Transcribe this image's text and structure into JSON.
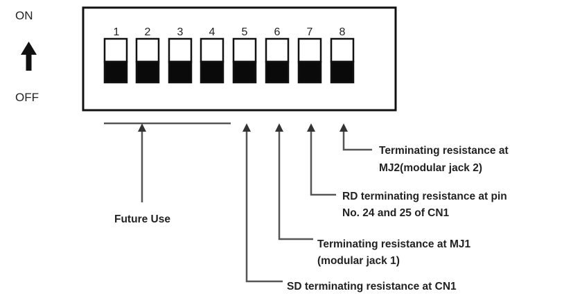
{
  "state_labels": {
    "on": "ON",
    "off": "OFF"
  },
  "switches": [
    {
      "number": "1",
      "state": "off"
    },
    {
      "number": "2",
      "state": "off"
    },
    {
      "number": "3",
      "state": "off"
    },
    {
      "number": "4",
      "state": "off"
    },
    {
      "number": "5",
      "state": "off"
    },
    {
      "number": "6",
      "state": "off"
    },
    {
      "number": "7",
      "state": "off"
    },
    {
      "number": "8",
      "state": "off"
    }
  ],
  "callouts": {
    "future_use": "Future Use",
    "sw8_line1": "Terminating resistance at",
    "sw8_line2": "MJ2(modular jack 2)",
    "sw7_line1": "RD terminating resistance at pin",
    "sw7_line2": "No. 24 and 25 of CN1",
    "sw6_line1": "Terminating resistance at MJ1",
    "sw6_line2": "(modular jack 1)",
    "sw5_line1": "SD terminating resistance at CN1"
  },
  "colors": {
    "switch_fill": "#0a0a0a",
    "line": "#555555",
    "text": "#222222"
  }
}
